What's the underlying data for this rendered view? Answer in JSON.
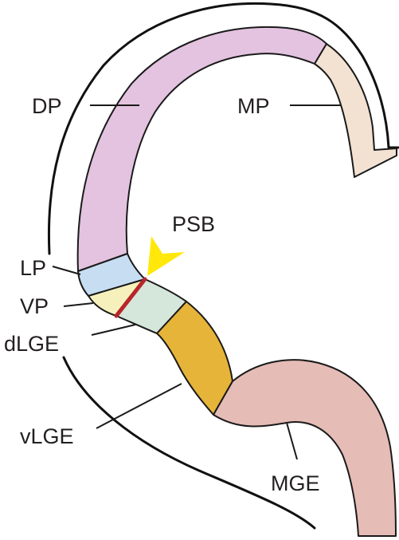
{
  "labels": {
    "dp": "DP",
    "mp": "MP",
    "psb": "PSB",
    "lp": "LP",
    "vp": "VP",
    "dlge": "dLGE",
    "vlge": "vLGE",
    "mge": "MGE"
  },
  "colors": {
    "dp": "#e3c3df",
    "mp": "#f3e2d2",
    "lp": "#c7ddf2",
    "vp": "#f6f1bc",
    "dlge": "#d5e6da",
    "vlge": "#e7b43a",
    "mge": "#e6bcb6",
    "psb_line": "#b8262a",
    "arrow": "#ffe80a"
  }
}
